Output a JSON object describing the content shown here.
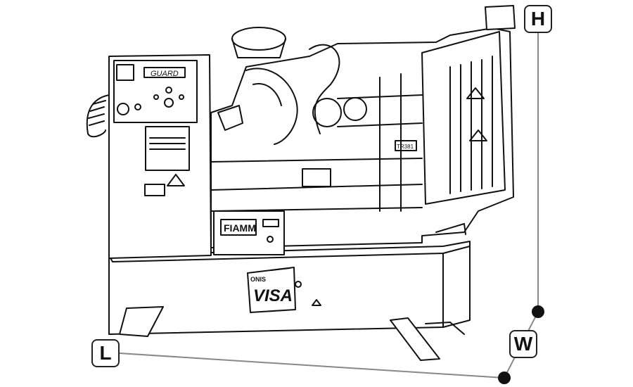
{
  "dimension_labels": {
    "height": "H",
    "width": "W",
    "length": "L"
  },
  "control_panel": {
    "brand": "GUARD"
  },
  "battery": {
    "brand": "FIAMM"
  },
  "base": {
    "logo_top": "ONIS",
    "logo_main": "VISA"
  },
  "engine": {
    "tag": "TR381"
  },
  "colors": {
    "line": "#111111",
    "dimension_line": "#888888",
    "background": "#ffffff"
  }
}
